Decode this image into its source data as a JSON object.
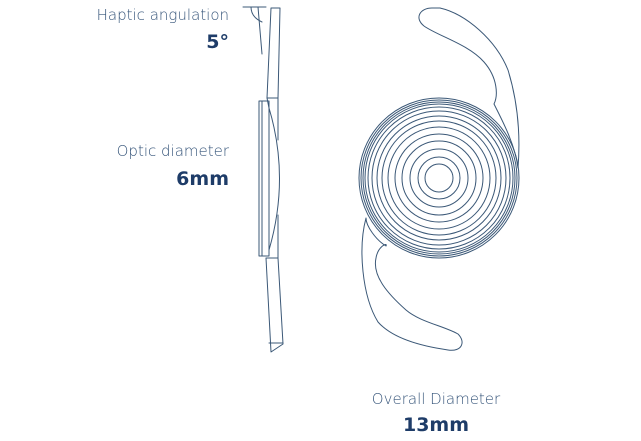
{
  "labels": {
    "haptic_angulation": {
      "label": "Haptic angulation",
      "value": "5°"
    },
    "optic_diameter": {
      "label": "Optic diameter",
      "value": "6mm"
    },
    "overall_diameter": {
      "label": "Overall Diameter",
      "value": "13mm"
    }
  },
  "colors": {
    "line": "#3b5877",
    "label_text": "#36557a",
    "value_text": "#1e3c68"
  }
}
